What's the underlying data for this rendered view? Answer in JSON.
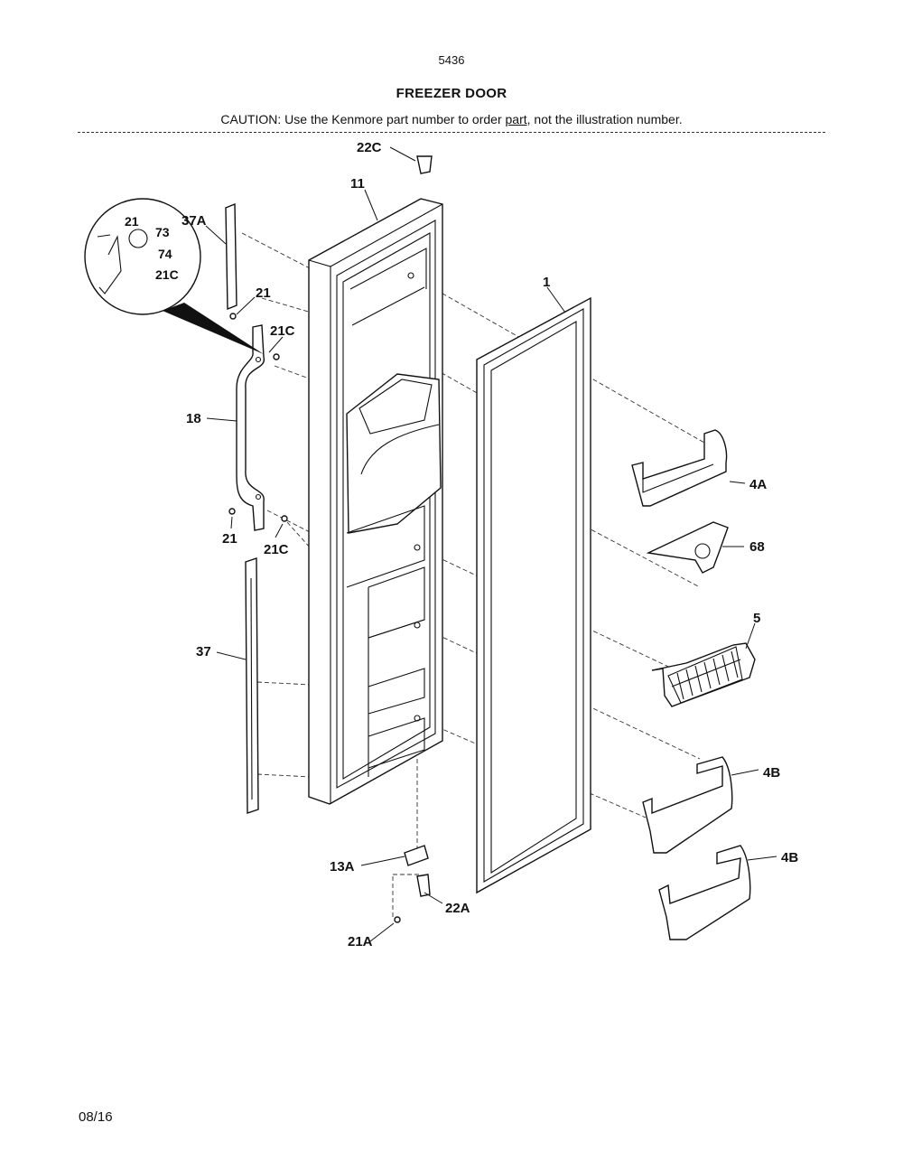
{
  "header": {
    "page_number": "5436",
    "title": "FREEZER DOOR",
    "caution_prefix": "CAUTION: Use the Kenmore part number to order ",
    "caution_underlined": "part",
    "caution_suffix": ", not the illustration number."
  },
  "footer": {
    "date": "08/16"
  },
  "callouts": {
    "c22C_top": "22C",
    "c11": "11",
    "c37A": "37A",
    "c21_detail": "21",
    "c73": "73",
    "c74": "74",
    "c21C_detail": "21C",
    "c21_upper": "21",
    "c21C_upper": "21C",
    "c1": "1",
    "c18": "18",
    "c4A": "4A",
    "c21_lower": "21",
    "c21C_lower": "21C",
    "c68": "68",
    "c5": "5",
    "c37": "37",
    "c4B_1": "4B",
    "c4B_2": "4B",
    "c13A": "13A",
    "c22A": "22A",
    "c21A": "21A"
  }
}
